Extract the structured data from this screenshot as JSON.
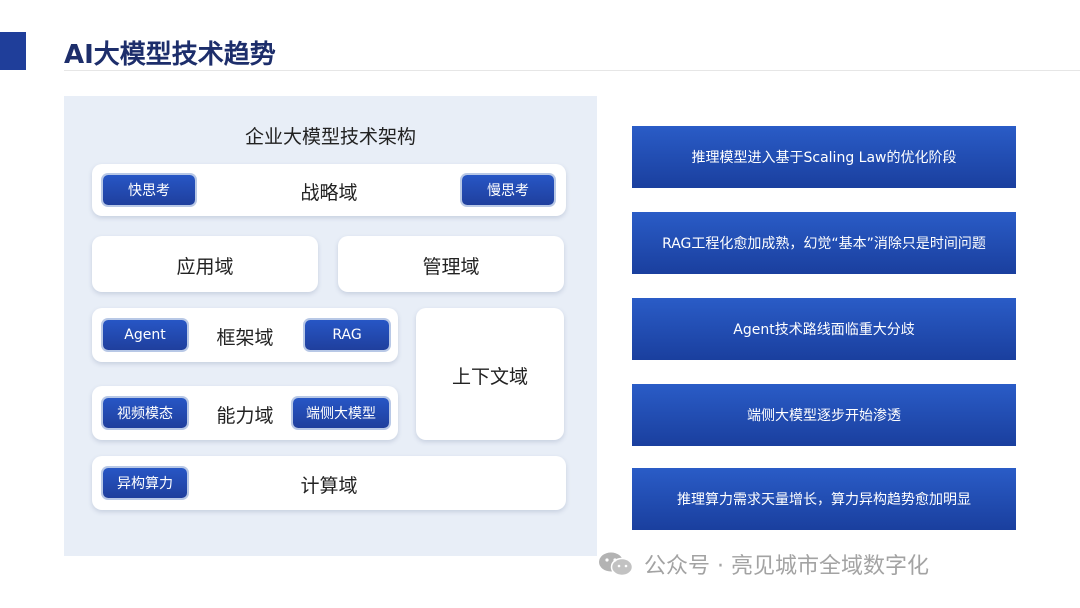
{
  "header": {
    "title": "AI大模型技术趋势"
  },
  "architecture": {
    "heading": "企业大模型技术架构",
    "strategy": {
      "label": "战略域",
      "left_tag": "快思考",
      "right_tag": "慢思考"
    },
    "application": {
      "label": "应用域"
    },
    "management": {
      "label": "管理域"
    },
    "framework": {
      "label": "框架域",
      "left_tag": "Agent",
      "right_tag": "RAG"
    },
    "context": {
      "label": "上下文域"
    },
    "capability": {
      "label": "能力域",
      "left_tag": "视频模态",
      "right_tag": "端侧大模型"
    },
    "compute": {
      "label": "计算域",
      "left_tag": "异构算力"
    }
  },
  "trends": [
    "推理模型进入基于Scaling Law的优化阶段",
    "RAG工程化愈加成熟，幻觉“基本”消除只是时间问题",
    "Agent技术路线面临重大分歧",
    "端侧大模型逐步开始渗透",
    "推理算力需求天量增长，算力异构趋势愈加明显"
  ],
  "watermark": {
    "text": "公众号 · 亮见城市全域数字化",
    "icon": "wechat-icon"
  },
  "colors": {
    "accent": "#1f3e9a",
    "panel": "#e8eef7",
    "card_blue": "#2a5cc7"
  }
}
